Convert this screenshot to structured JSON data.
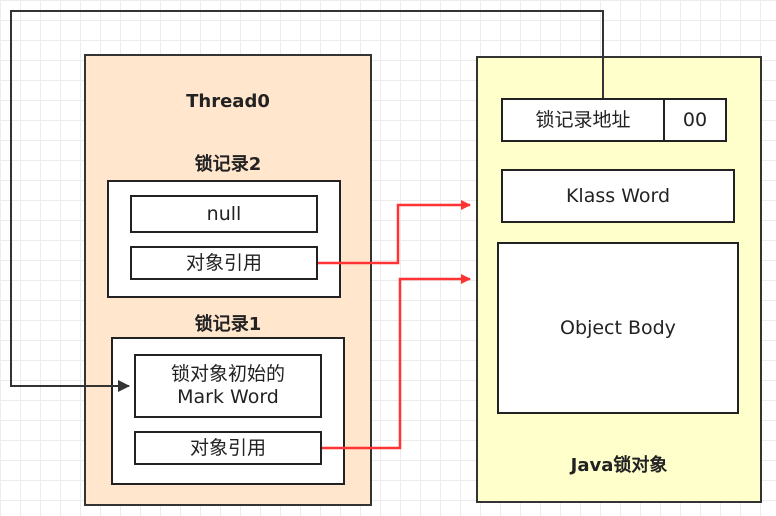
{
  "thread": {
    "title": "Thread0",
    "lock_record_2": {
      "title": "锁记录2",
      "slot_top": "null",
      "slot_ref": "对象引用"
    },
    "lock_record_1": {
      "title": "锁记录1",
      "slot_top_line1": "锁对象初始的",
      "slot_top_line2": "Mark Word",
      "slot_ref": "对象引用"
    }
  },
  "java_object": {
    "title": "Java锁对象",
    "mark_word_address": "锁记录地址",
    "mark_word_bits": "00",
    "klass_word": "Klass Word",
    "object_body": "Object Body"
  },
  "colors": {
    "thread_fill": "#ffe6cc",
    "object_fill": "#ffffcc",
    "reference_arrow": "#ff3333",
    "pointer_line": "#333333"
  }
}
